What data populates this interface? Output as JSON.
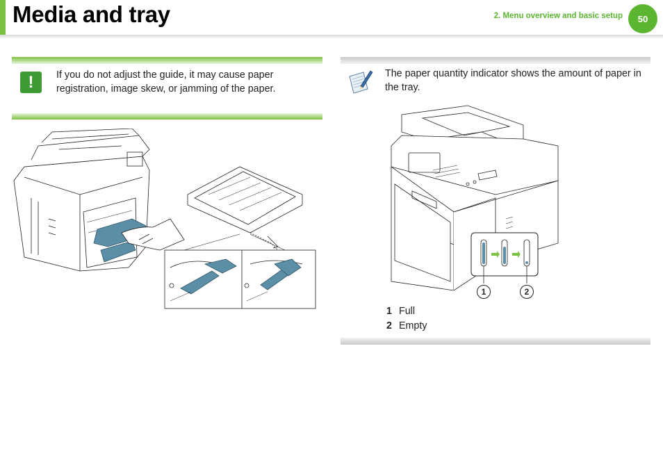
{
  "header": {
    "title": "Media and tray",
    "chapter": "2.  Menu overview and basic setup",
    "page_number": "50"
  },
  "caution": {
    "icon": "exclamation-icon",
    "icon_glyph": "!",
    "text": "If you do not adjust the guide, it may cause paper registration, image skew, or jamming of the paper."
  },
  "note": {
    "icon": "note-pencil-icon",
    "text": "The paper quantity indicator shows the amount of paper in the tray."
  },
  "figure_right": {
    "callouts": [
      "1",
      "2"
    ],
    "legend": [
      {
        "num": "1",
        "label": "Full"
      },
      {
        "num": "2",
        "label": "Empty"
      }
    ]
  },
  "colors": {
    "accent_green": "#5cb531",
    "caution_green": "#3d9a35",
    "guide_blue": "#5b8fa8"
  }
}
